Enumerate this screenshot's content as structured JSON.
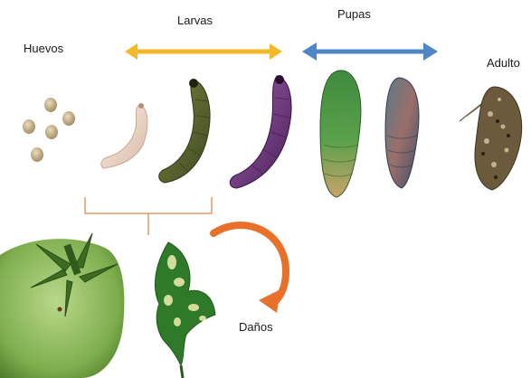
{
  "stages": {
    "eggs": {
      "label": "Huevos"
    },
    "larvae": {
      "label": "Larvas"
    },
    "pupae": {
      "label": "Pupas"
    },
    "adult": {
      "label": "Adulto"
    }
  },
  "damage": {
    "label": "Daños"
  },
  "colors": {
    "larvae_arrow": "#f2b92a",
    "pupae_arrow": "#4f86c6",
    "damage_arrow": "#e8702a",
    "bracket": "#e09a6a"
  }
}
